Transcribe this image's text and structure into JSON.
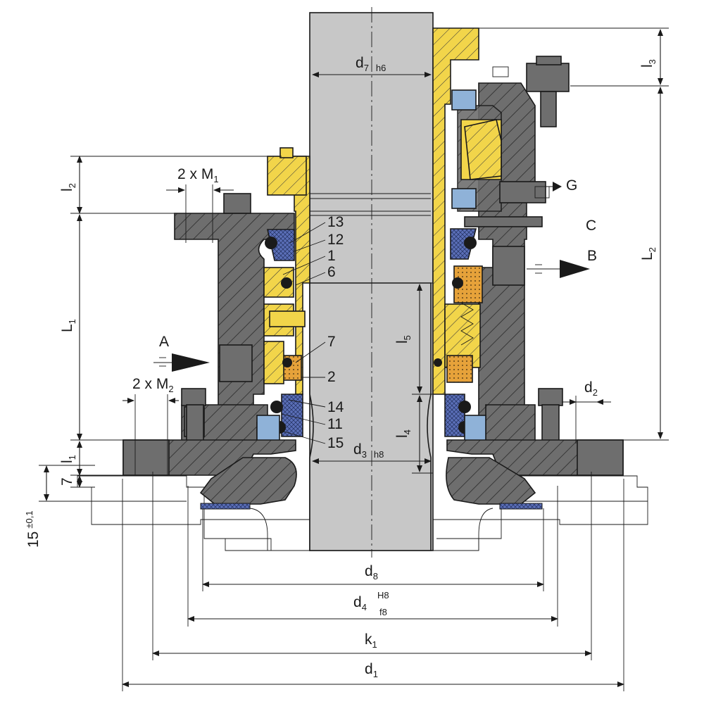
{
  "diagram": {
    "dimensions": {
      "d7": {
        "main": "d",
        "sub": "7",
        "tol": "h6"
      },
      "d3": {
        "main": "d",
        "sub": "3",
        "tol": "h8"
      },
      "d8": {
        "main": "d",
        "sub": "8"
      },
      "d4": {
        "main": "d",
        "sub": "4",
        "tol_upper": "H8",
        "tol_lower": "f8"
      },
      "k1": {
        "main": "k",
        "sub": "1"
      },
      "d1": {
        "main": "d",
        "sub": "1"
      },
      "d2": {
        "main": "d",
        "sub": "2"
      },
      "l1": {
        "main": "l",
        "sub": "1"
      },
      "l2": {
        "main": "l",
        "sub": "2"
      },
      "l3": {
        "main": "l",
        "sub": "3"
      },
      "l4": {
        "main": "l",
        "sub": "4"
      },
      "l5": {
        "main": "l",
        "sub": "5"
      },
      "L1": {
        "main": "L",
        "sub": "1"
      },
      "L2": {
        "main": "L",
        "sub": "2"
      },
      "seven": "7",
      "fifteen": "15",
      "fifteen_tol": "±0,1"
    },
    "threads": {
      "m1": {
        "prefix": "2 x M",
        "sub": "1"
      },
      "m2": {
        "prefix": "2 x M",
        "sub": "2"
      }
    },
    "ports": {
      "A": "A",
      "B": "B",
      "C": "C",
      "G": "G"
    },
    "part_numbers": [
      "13",
      "12",
      "1",
      "6",
      "7",
      "2",
      "14",
      "11",
      "15"
    ],
    "colors": {
      "steel": "#6e6e6e",
      "shaft": "#c7c7c7",
      "brass": "#f2d54a",
      "seal_blue": "#5b6fb8",
      "bearing_blue": "#8fb2d8",
      "insert_orange": "#e6a23a"
    }
  }
}
